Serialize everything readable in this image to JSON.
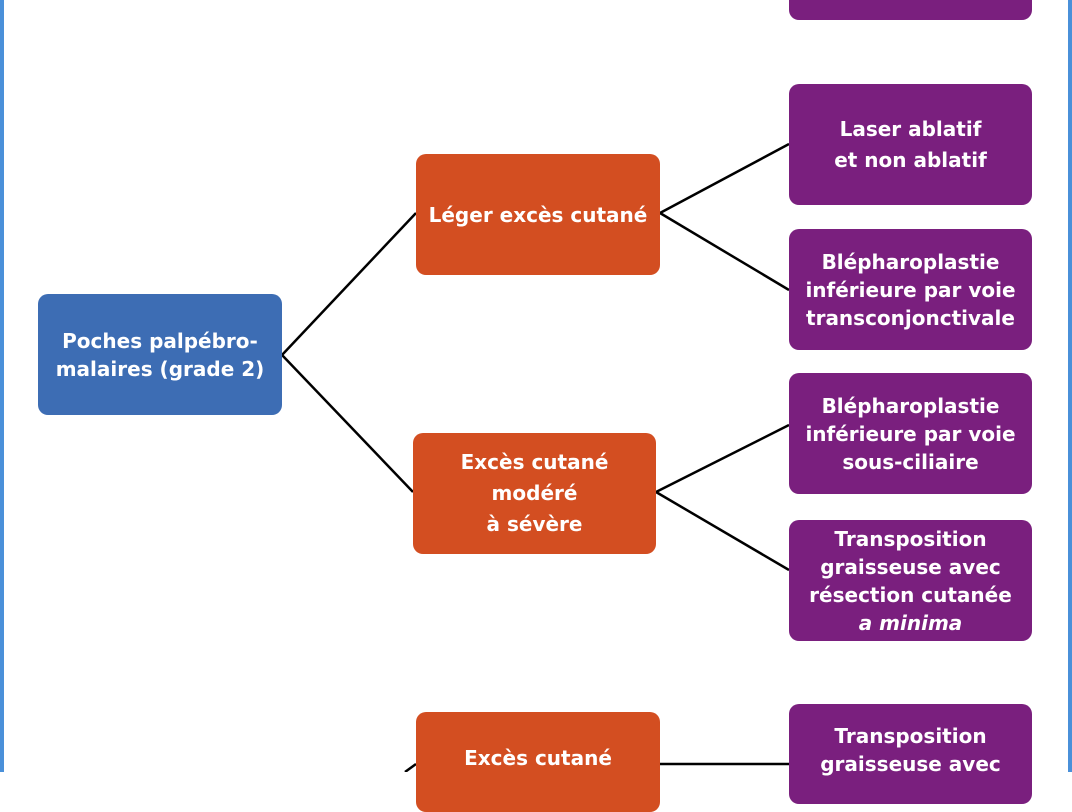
{
  "colors": {
    "root": "#3d6db4",
    "mid": "#d34e21",
    "leaf": "#7a1f7e",
    "frame": "#4a90d9"
  },
  "root": {
    "lines": [
      "Poches palpébro-",
      "malaires (grade 2)"
    ]
  },
  "mid": [
    {
      "lines": [
        "Léger excès cutané"
      ]
    },
    {
      "lines": [
        "Excès cutané",
        "modéré",
        "à sévère"
      ]
    },
    {
      "lines": [
        "Excès cutané"
      ]
    }
  ],
  "leaves": [
    {
      "lines": [
        "Laser ablatif",
        "et non ablatif"
      ]
    },
    {
      "lines": [
        "Blépharoplastie",
        "inférieure par voie",
        "transconjonctivale"
      ]
    },
    {
      "lines": [
        "Blépharoplastie",
        "inférieure par voie",
        "sous-ciliaire"
      ]
    },
    {
      "lines": [
        "Transposition",
        "graisseuse avec",
        "résection cutanée"
      ],
      "italic": "a minima"
    },
    {
      "lines": [
        "Transposition",
        "graisseuse avec"
      ]
    }
  ]
}
